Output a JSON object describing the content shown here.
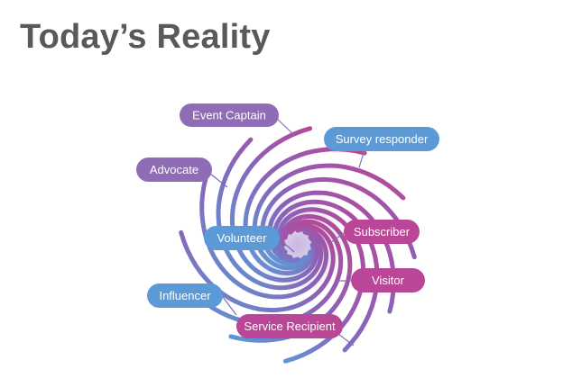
{
  "slide": {
    "title": "Today’s Reality"
  },
  "colors": {
    "purple": "#8f6cb6",
    "blue": "#5b9ad6",
    "magenta": "#b94696",
    "spiral_start": "#5b9ad6",
    "spiral_mid": "#8a63b8",
    "spiral_end": "#b94696"
  },
  "labels": [
    {
      "id": "event-captain",
      "text": "Event Captain",
      "color": "purple"
    },
    {
      "id": "survey-responder",
      "text": "Survey responder",
      "color": "blue"
    },
    {
      "id": "advocate",
      "text": "Advocate",
      "color": "purple"
    },
    {
      "id": "volunteer",
      "text": "Volunteer",
      "color": "blue"
    },
    {
      "id": "subscriber",
      "text": "Subscriber",
      "color": "magenta"
    },
    {
      "id": "visitor",
      "text": "Visitor",
      "color": "magenta"
    },
    {
      "id": "influencer",
      "text": "Influencer",
      "color": "blue"
    },
    {
      "id": "service-recipient",
      "text": "Service Recipient",
      "color": "magenta"
    }
  ]
}
